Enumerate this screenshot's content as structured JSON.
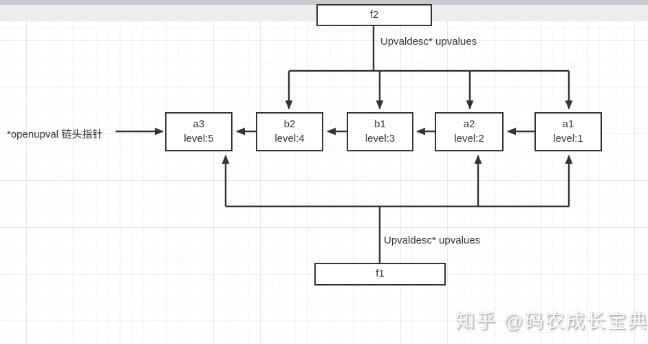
{
  "watermark": "知乎 @码农成长宝典",
  "colors": {
    "line": "#333333",
    "box_border": "#333333",
    "box_fill": "#ffffff",
    "text": "#333333",
    "top_band_dark": "#c9c9cd",
    "top_band_light": "#ededee"
  },
  "nodes": {
    "f2": "f2",
    "f1": "f1",
    "chain": [
      {
        "name": "a3",
        "level": "level:5"
      },
      {
        "name": "b2",
        "level": "level:4"
      },
      {
        "name": "b1",
        "level": "level:3"
      },
      {
        "name": "a2",
        "level": "level:2"
      },
      {
        "name": "a1",
        "level": "level:1"
      }
    ]
  },
  "labels": {
    "f2_upvalues": "Upvaldesc* upvalues",
    "f1_upvalues": "Upvaldesc* upvalues",
    "openupval_pointer": "*openupval 链头指针"
  },
  "edges": {
    "chain_next": [
      {
        "from": "a1",
        "to": "a2"
      },
      {
        "from": "a2",
        "to": "b1"
      },
      {
        "from": "b1",
        "to": "b2"
      },
      {
        "from": "b2",
        "to": "a3"
      }
    ],
    "f2_upvalues_point_to": [
      "b2",
      "b1",
      "a2",
      "a1"
    ],
    "f1_upvalues_point_to": [
      "a3",
      "a2",
      "a1"
    ],
    "openupval_points_to": "a3"
  }
}
